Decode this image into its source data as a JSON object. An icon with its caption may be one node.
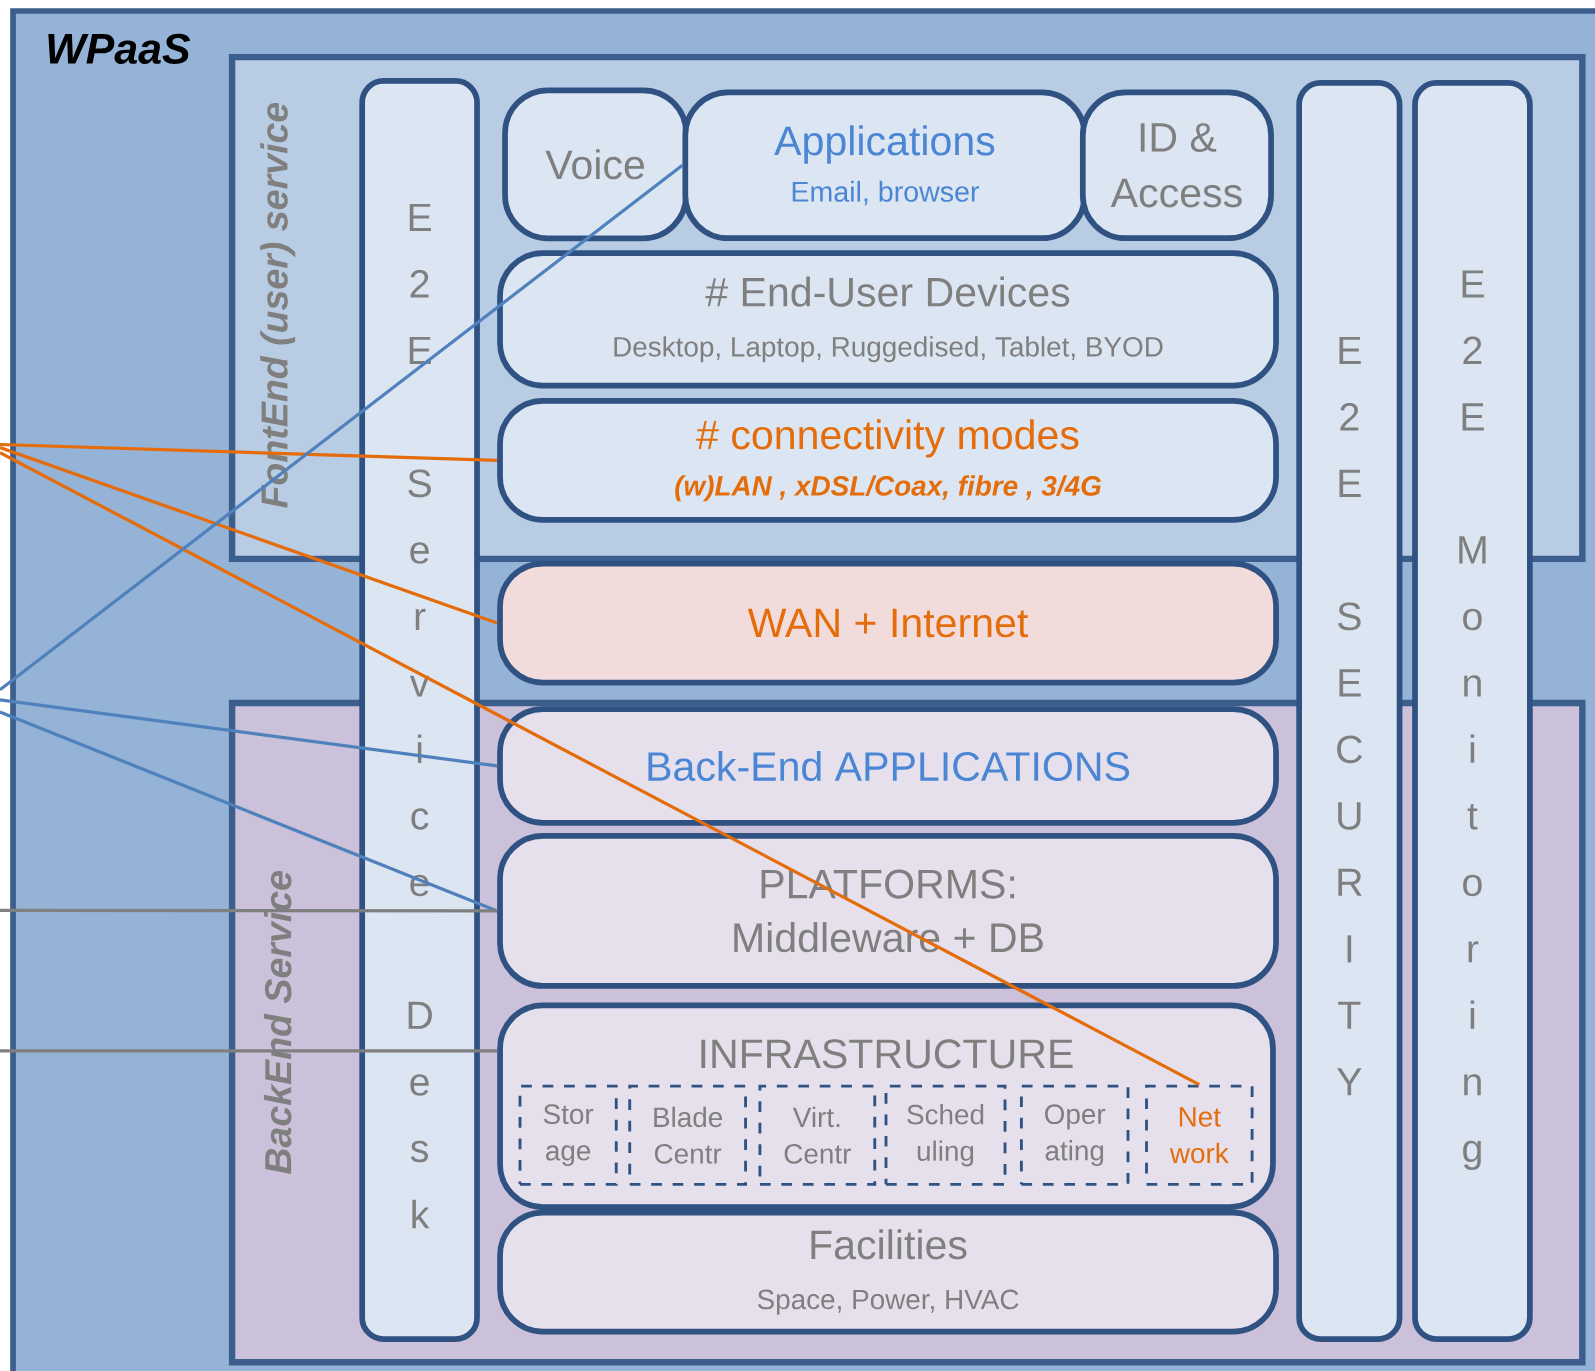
{
  "diagram": {
    "nodes": [
      {
        "text": [
          "WPaaS"
        ]
      },
      {
        "text": [
          "FontEnd (user) service"
        ],
        "in": 0
      },
      {
        "text": [
          "BackEnd Service"
        ],
        "in": 0
      },
      {
        "text": [
          "E2E Service Desk"
        ],
        "in": 0
      },
      {
        "text": [
          "E2E SECURITY"
        ],
        "in": 0
      },
      {
        "text": [
          "E2E Monitoring"
        ],
        "in": 0
      },
      {
        "text": [
          "Voice"
        ],
        "in": 1
      },
      {
        "text": [
          "Applications",
          "Email, browser"
        ],
        "in": 1
      },
      {
        "text": [
          "ID & Access"
        ],
        "in": 1
      },
      {
        "text": [
          "# End-User Devices",
          "Desktop, Laptop, Ruggedised, Tablet, BYOD"
        ],
        "in": 1
      },
      {
        "text": [
          "# connectivity modes",
          "(w)LAN , xDSL/Coax, fibre , 3/4G"
        ],
        "in": 1
      },
      {
        "text": [
          "WAN + Internet"
        ],
        "in": 0
      },
      {
        "text": [
          "Back-End APPLICATIONS"
        ],
        "in": 2
      },
      {
        "text": [
          "PLATFORMS:",
          "Middleware + DB"
        ],
        "in": 2
      },
      {
        "text": [
          "INFRASTRUCTURE"
        ],
        "in": 2
      },
      {
        "text": [
          "Stor age"
        ],
        "in": 14
      },
      {
        "text": [
          "Blade Centr"
        ],
        "in": 14
      },
      {
        "text": [
          "Virt. Centr"
        ],
        "in": 14
      },
      {
        "text": [
          "Sched uling"
        ],
        "in": 14
      },
      {
        "text": [
          "Oper ating"
        ],
        "in": 14
      },
      {
        "text": [
          "Net work"
        ],
        "in": 14
      },
      {
        "text": [
          "Facilities",
          "Space, Power, HVAC"
        ],
        "in": 2
      }
    ],
    "edges": [
      {
        "from": null,
        "to": 10,
        "arrow": "none",
        "color": "#e46c0a"
      },
      {
        "from": null,
        "to": 11,
        "arrow": "none",
        "color": "#e46c0a"
      },
      {
        "from": null,
        "to": 20,
        "arrow": "none",
        "color": "#e46c0a"
      },
      {
        "from": null,
        "to": 7,
        "arrow": "none",
        "color": "#4f81bd"
      },
      {
        "from": null,
        "to": 12,
        "arrow": "none",
        "color": "#4f81bd"
      },
      {
        "from": null,
        "to": 13,
        "arrow": "none",
        "color": "#4f81bd"
      },
      {
        "from": null,
        "to": 13,
        "arrow": "none",
        "color": "#7f7f7f"
      },
      {
        "from": null,
        "to": 14,
        "arrow": "none",
        "color": "#7f7f7f"
      }
    ]
  }
}
